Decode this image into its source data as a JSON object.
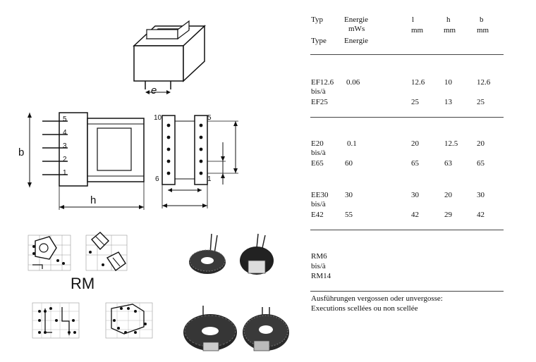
{
  "drawing_labels": {
    "e": "e",
    "b": "b",
    "h": "h",
    "rm": "RM",
    "pins_left": [
      "5",
      "4",
      "3",
      "2",
      "1"
    ],
    "pin10": "10",
    "pin5": "5",
    "pin6": "6",
    "pin1": "1"
  },
  "table": {
    "header": {
      "typ": "Typ",
      "type": "Type",
      "energie": "Energie",
      "mws": "mWs",
      "energie2": "Energie",
      "l": "l",
      "l_unit": "mm",
      "h": "h",
      "h_unit": "mm",
      "b": "b",
      "b_unit": "mm"
    },
    "rows": [
      {
        "t1": "EF12.6",
        "sep": "bis/à",
        "t2": "EF25",
        "e1": "0.06",
        "e2": "",
        "l1": "12.6",
        "l2": "25",
        "h1": "10",
        "h2": "13",
        "b1": "12.6",
        "b2": "25"
      },
      {
        "t1": "E20",
        "sep": "bis/à",
        "t2": "E65",
        "e1": "0.1",
        "e2": "60",
        "l1": "20",
        "l2": "65",
        "h1": "12.5",
        "h2": "63",
        "b1": "20",
        "b2": "65"
      },
      {
        "t1": "EE30",
        "sep": "bis/à",
        "t2": "E42",
        "e1": "30",
        "e2": "55",
        "l1": "30",
        "l2": "42",
        "h1": "20",
        "h2": "29",
        "b1": "30",
        "b2": "42"
      },
      {
        "t1": "RM6",
        "sep": "bis/à",
        "t2": "RM14"
      }
    ],
    "footer": {
      "line1": "Ausführungen vergossen oder unvergosse:",
      "line2": "Executions scellées ou non scellée"
    }
  }
}
